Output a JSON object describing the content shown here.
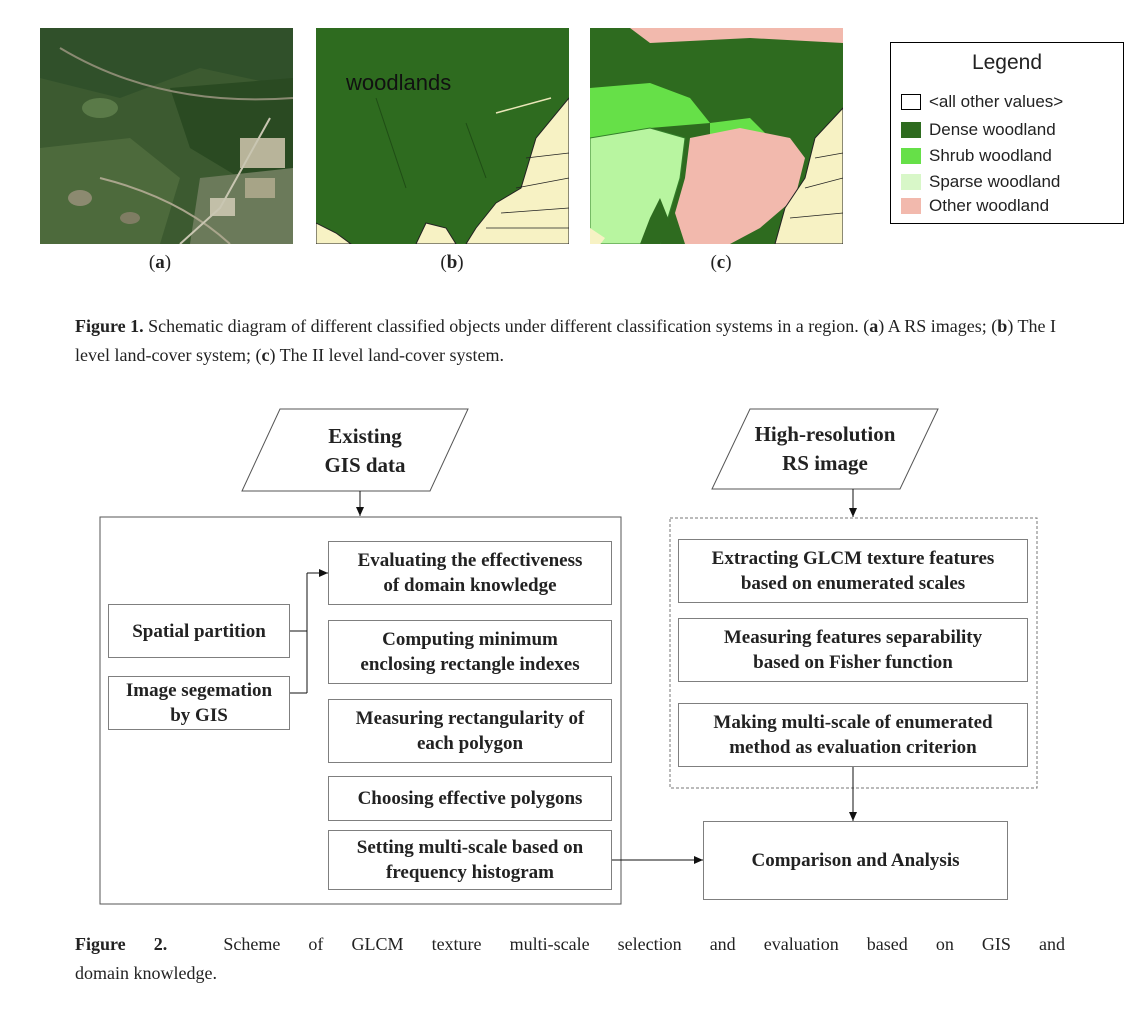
{
  "figure1": {
    "panels": [
      {
        "letter": "a",
        "map_label": ""
      },
      {
        "letter": "b",
        "map_label": "woodlands"
      },
      {
        "letter": "c",
        "map_label": ""
      }
    ],
    "legend": {
      "title": "Legend",
      "items": [
        {
          "label": "<all other values>",
          "color": "#ffffff"
        },
        {
          "label": "Dense woodland",
          "color": "#2e6b1f"
        },
        {
          "label": "Shrub woodland",
          "color": "#66e048"
        },
        {
          "label": "Sparse woodland",
          "color": "#d8f7c8"
        },
        {
          "label": "Other woodland",
          "color": "#f2b9ad"
        }
      ]
    },
    "caption": {
      "label": "Figure 1.",
      "text": " Schematic diagram of different classified objects under different classification systems in a region. (",
      "a_letter": "a",
      "a_text": ") A RS images; (",
      "b_letter": "b",
      "b_text": ") The I level land-cover system; (",
      "c_letter": "c",
      "c_text": ") The II level land-cover system."
    }
  },
  "figure2": {
    "inputs": {
      "gis": [
        "Existing",
        "GIS data"
      ],
      "rs": [
        "High-resolution",
        "RS image"
      ]
    },
    "left_boxes": {
      "spatial_partition": "Spatial partition",
      "segmentation": [
        "Image segemation",
        "by GIS"
      ]
    },
    "middle_boxes": [
      [
        "Evaluating the effectiveness",
        "of domain knowledge"
      ],
      [
        "Computing minimum",
        "enclosing rectangle indexes"
      ],
      [
        "Measuring rectangularity of",
        "each polygon"
      ],
      [
        "Choosing effective polygons"
      ],
      [
        "Setting multi-scale based on",
        "frequency histogram"
      ]
    ],
    "right_boxes": [
      [
        "Extracting GLCM texture features",
        "based on enumerated scales"
      ],
      [
        "Measuring features separability",
        "based on Fisher function"
      ],
      [
        "Making multi-scale of enumerated",
        "method as evaluation criterion"
      ]
    ],
    "result_box": "Comparison and Analysis",
    "caption": {
      "label": "Figure 2.",
      "line1": "Scheme of GLCM texture multi-scale selection and evaluation based on GIS and",
      "line2": "domain knowledge."
    }
  }
}
